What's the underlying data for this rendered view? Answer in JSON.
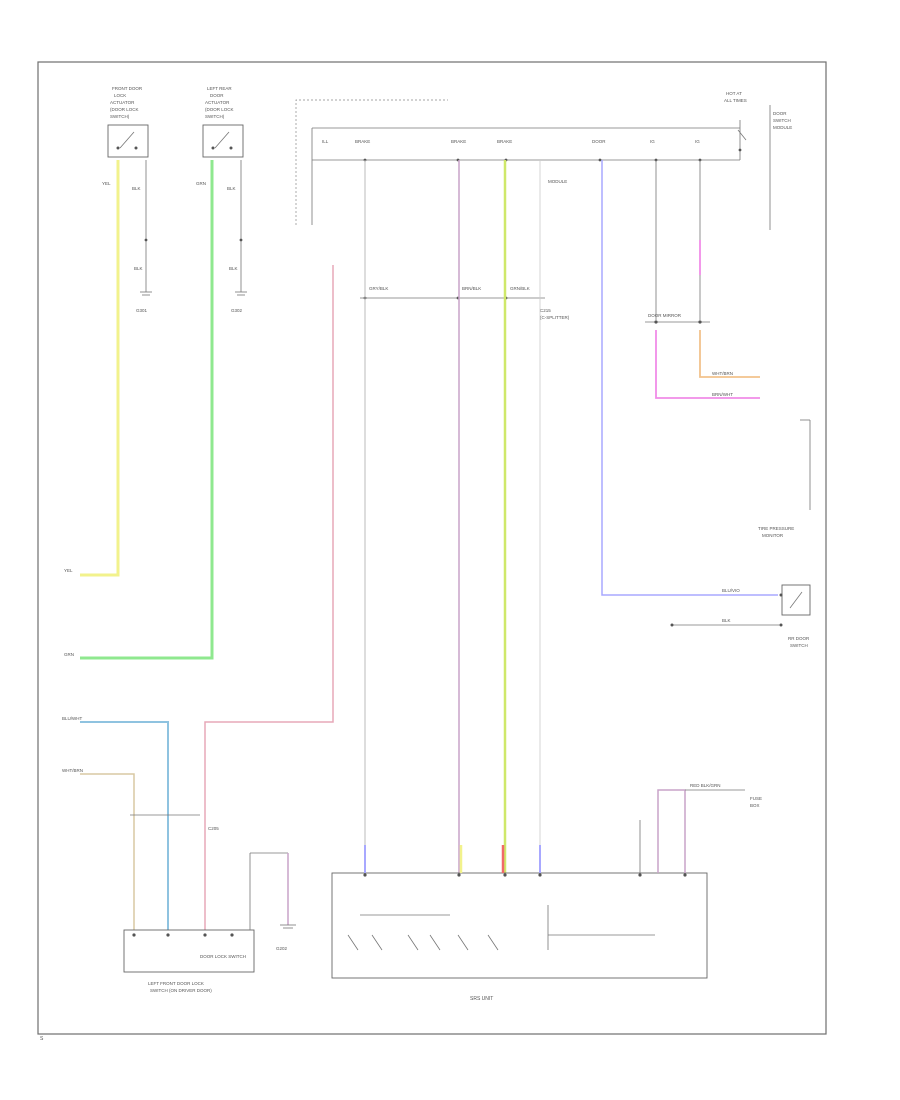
{
  "diagram": {
    "colors": {
      "yellow": "#f2f28c",
      "green": "#8fe88f",
      "blue": "#8fc3e0",
      "tan": "#d9c9a3",
      "pink": "#e7a8b8",
      "lilac": "#c9a3c9",
      "lime": "#cfe86a",
      "violet": "#a8a8ff",
      "magenta": "#f08ce8",
      "orange": "#f2c28c",
      "red": "#f06a6a",
      "frame": "#6f6f6f"
    },
    "wire_labels": {
      "yel": "YEL",
      "grn": "GRN",
      "blu_wht": "BLU/WHT",
      "wht_brn": "WHT/BRN",
      "blu_vio": "BLU/VIO",
      "blk": "BLK",
      "wht_brn2": "WHT/BRN",
      "brn_wht": "BRN/WHT",
      "red_blk": "RED BLK/GRN"
    },
    "notes": {
      "bottom_module": "SRS UNIT",
      "page_id": "S"
    }
  }
}
